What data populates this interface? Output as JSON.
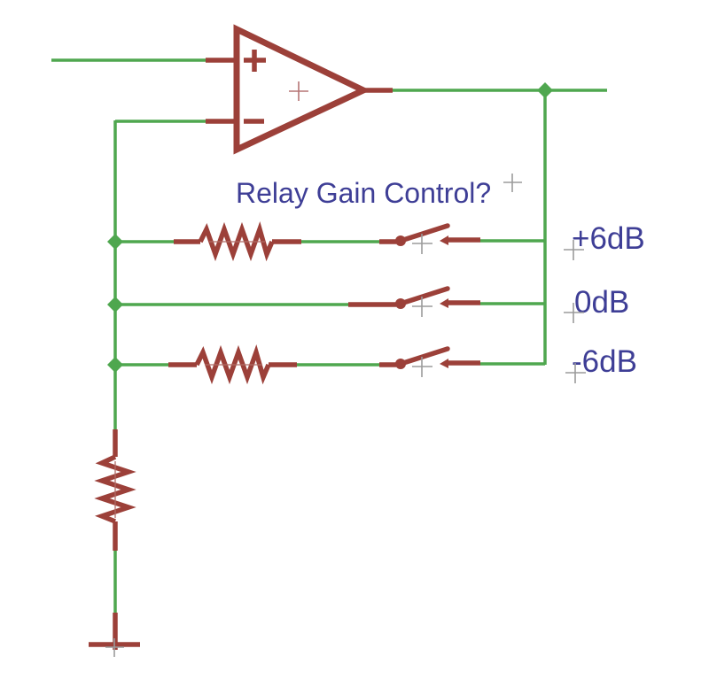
{
  "schematic": {
    "title": "Relay Gain Control?",
    "opamp": {
      "noninverting_label": "+",
      "inverting_label": "−",
      "body_mark": "+"
    },
    "gain_labels": [
      {
        "text": "+6dB"
      },
      {
        "text": "0dB"
      },
      {
        "text": "-6dB"
      }
    ],
    "branches": [
      {
        "label": "+6dB",
        "components": [
          "resistor",
          "open-relay-switch"
        ]
      },
      {
        "label": "0dB",
        "components": [
          "open-relay-switch"
        ]
      },
      {
        "label": "-6dB",
        "components": [
          "resistor",
          "open-relay-switch"
        ]
      }
    ],
    "other_components": [
      "op-amp",
      "shunt-resistor",
      "ground"
    ],
    "colors": {
      "wire_green": "#4FA74F",
      "component_maroon": "#9C4039",
      "label_blue": "#3E3E96",
      "anchor_gray": "#9B9B9B",
      "background": "#FFFFFF"
    }
  }
}
